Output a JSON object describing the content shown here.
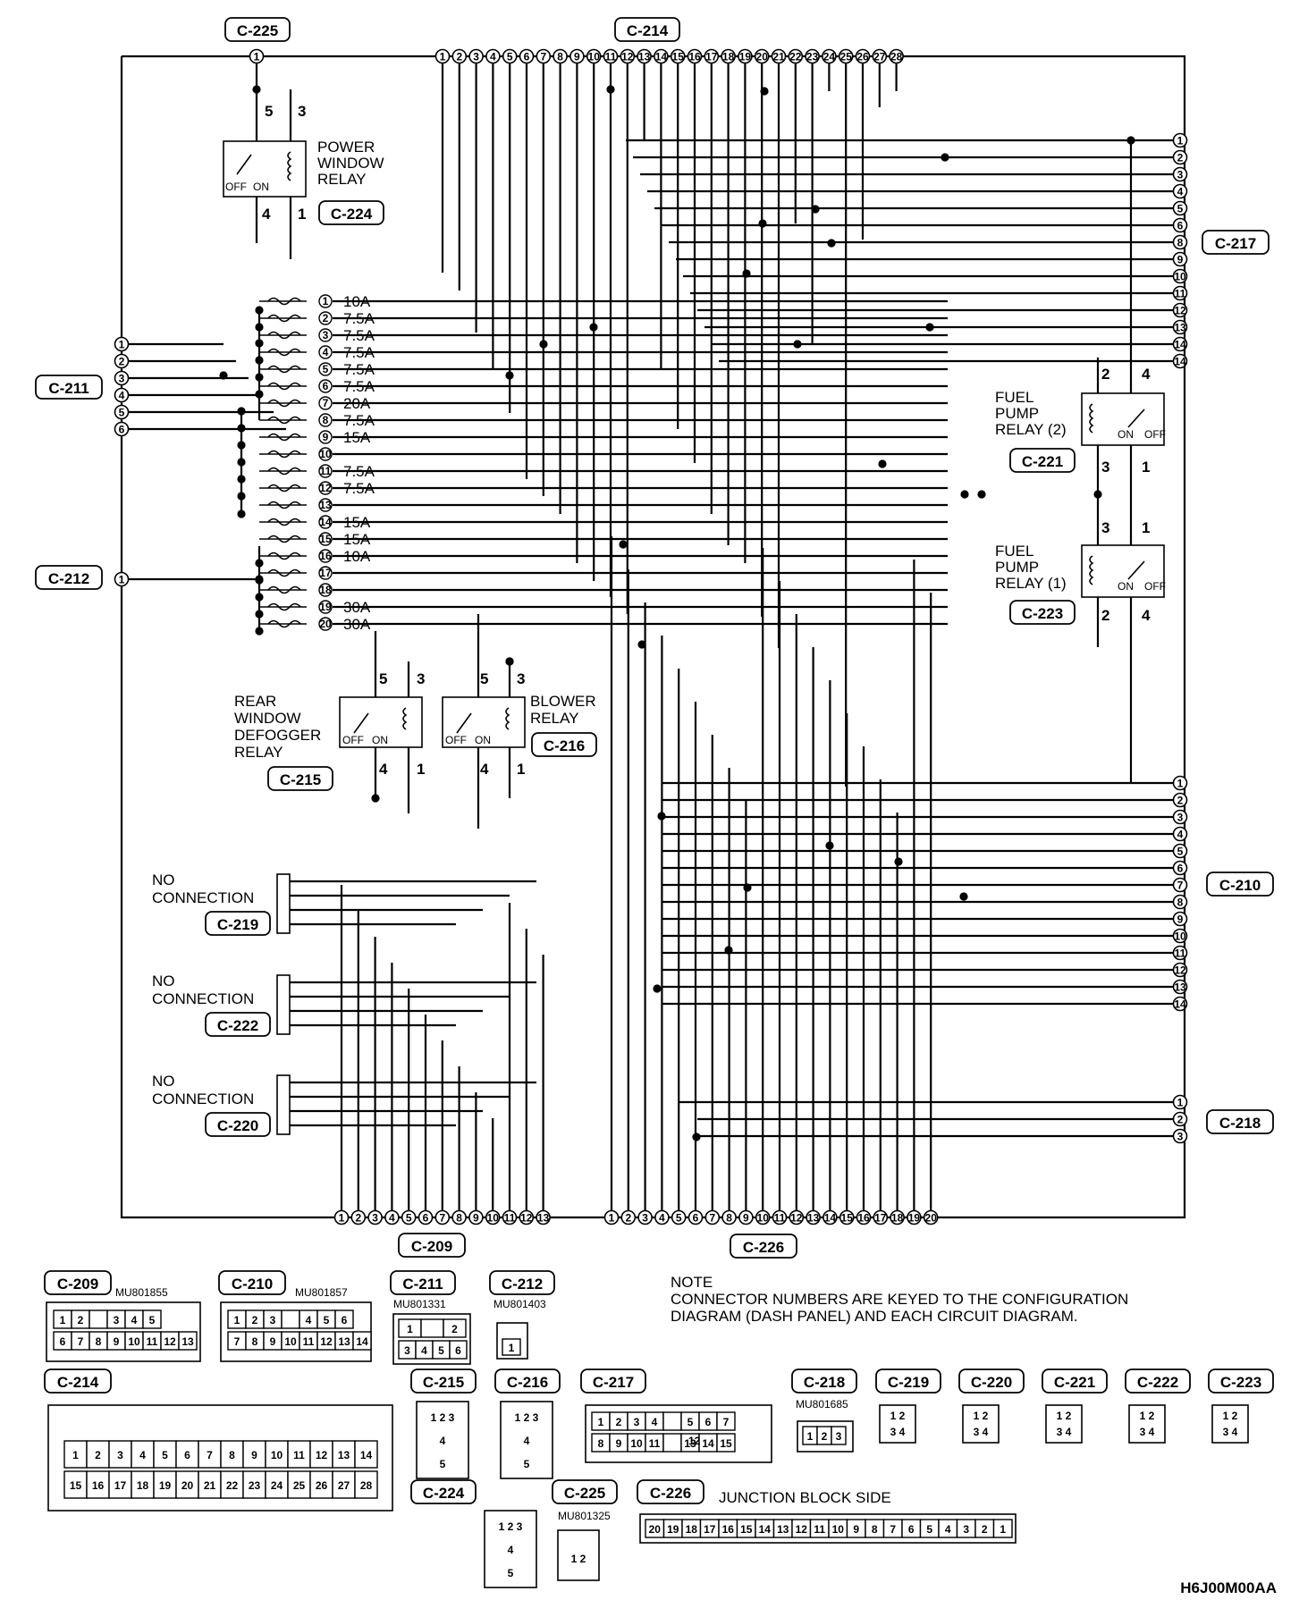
{
  "connectors": {
    "c225": "C-225",
    "c214": "C-214",
    "c224": "C-224",
    "c211": "C-211",
    "c212": "C-212",
    "c217": "C-217",
    "c221": "C-221",
    "c223": "C-223",
    "c215": "C-215",
    "c216": "C-216",
    "c219": "C-219",
    "c222": "C-222",
    "c220": "C-220",
    "c210": "C-210",
    "c218": "C-218",
    "c209": "C-209",
    "c226": "C-226"
  },
  "relays": {
    "power_window": [
      "POWER",
      "WINDOW",
      "RELAY"
    ],
    "fuel_pump_2": [
      "FUEL",
      "PUMP",
      "RELAY (2)"
    ],
    "fuel_pump_1": [
      "FUEL",
      "PUMP",
      "RELAY (1)"
    ],
    "rear_defogger": [
      "REAR",
      "WINDOW",
      "DEFOGGER",
      "RELAY"
    ],
    "blower": [
      "BLOWER",
      "RELAY"
    ],
    "off_label": "OFF",
    "on_label": "ON"
  },
  "relay_pins": {
    "power_window": [
      "5",
      "3",
      "4",
      "1"
    ],
    "fuel_pump_2": [
      "2",
      "4",
      "3",
      "1"
    ],
    "fuel_pump_1": [
      "3",
      "1",
      "2",
      "4"
    ],
    "rear_defogger": [
      "5",
      "3",
      "4",
      "1"
    ],
    "blower": [
      "5",
      "3",
      "4",
      "1"
    ]
  },
  "no_connection": [
    "NO",
    "CONNECTION"
  ],
  "fuses": [
    "10A",
    "7.5A",
    "7.5A",
    "7.5A",
    "7.5A",
    "7.5A",
    "20A",
    "7.5A",
    "15A",
    "",
    "7.5A",
    "7.5A",
    "",
    "15A",
    "15A",
    "10A",
    "",
    "",
    "30A",
    "30A"
  ],
  "connector_views": {
    "c209": {
      "label": "C-209",
      "part": "MU801855",
      "row1": [
        "1",
        "2",
        "",
        "3",
        "4",
        "5"
      ],
      "row2": [
        "6",
        "7",
        "8",
        "9",
        "10",
        "11",
        "12",
        "13"
      ]
    },
    "c210": {
      "label": "C-210",
      "part": "MU801857",
      "row1": [
        "1",
        "2",
        "3",
        "",
        "4",
        "5",
        "6"
      ],
      "row2": [
        "7",
        "8",
        "9",
        "10",
        "11",
        "12",
        "13",
        "14"
      ]
    },
    "c211": {
      "label": "C-211",
      "part": "MU801331",
      "row1": [
        "1",
        "",
        "2"
      ],
      "row2": [
        "3",
        "4",
        "5",
        "6"
      ]
    },
    "c212": {
      "label": "C-212",
      "part": "MU801403",
      "row1": [
        "1"
      ]
    },
    "c214": {
      "label": "C-214",
      "row1": [
        "1",
        "2",
        "3",
        "4",
        "5",
        "6",
        "7",
        "8",
        "9",
        "10",
        "11",
        "12",
        "13",
        "14"
      ],
      "row2": [
        "15",
        "16",
        "17",
        "18",
        "19",
        "20",
        "21",
        "22",
        "23",
        "24",
        "25",
        "26",
        "27",
        "28"
      ]
    },
    "c215": {
      "label": "C-215",
      "rows": [
        "1 2 3",
        "4",
        "5"
      ]
    },
    "c216": {
      "label": "C-216",
      "rows": [
        "1 2 3",
        "4",
        "5"
      ]
    },
    "c217": {
      "label": "C-217",
      "row1": [
        "1",
        "2",
        "3",
        "4",
        "",
        "5",
        "6",
        "7"
      ],
      "mid": "12",
      "row2": [
        "8",
        "9",
        "10",
        "11",
        "",
        "13",
        "14",
        "15"
      ]
    },
    "c218": {
      "label": "C-218",
      "part": "MU801685",
      "row1": [
        "1",
        "2",
        "3"
      ]
    },
    "c219": {
      "label": "C-219",
      "rows": [
        "1 2",
        "3 4"
      ]
    },
    "c220": {
      "label": "C-220",
      "rows": [
        "1 2",
        "3 4"
      ]
    },
    "c221": {
      "label": "C-221",
      "rows": [
        "1 2",
        "3 4"
      ]
    },
    "c222": {
      "label": "C-222",
      "rows": [
        "1 2",
        "3 4"
      ]
    },
    "c223": {
      "label": "C-223",
      "rows": [
        "1 2",
        "3 4"
      ]
    },
    "c224": {
      "label": "C-224",
      "rows": [
        "1 2 3",
        "4",
        "5"
      ]
    },
    "c225": {
      "label": "C-225",
      "part": "MU801325",
      "rows": [
        "1 2"
      ]
    },
    "c226": {
      "label": "C-226",
      "caption": "JUNCTION BLOCK SIDE",
      "row1": [
        "20",
        "19",
        "18",
        "17",
        "16",
        "15",
        "14",
        "13",
        "12",
        "11",
        "10",
        "9",
        "8",
        "7",
        "6",
        "5",
        "4",
        "3",
        "2",
        "1"
      ]
    }
  },
  "note": [
    "NOTE",
    "CONNECTOR NUMBERS ARE KEYED TO THE CONFIGURATION",
    "DIAGRAM (DASH PANEL) AND EACH CIRCUIT DIAGRAM."
  ],
  "figure_code": "H6J00M00AA"
}
